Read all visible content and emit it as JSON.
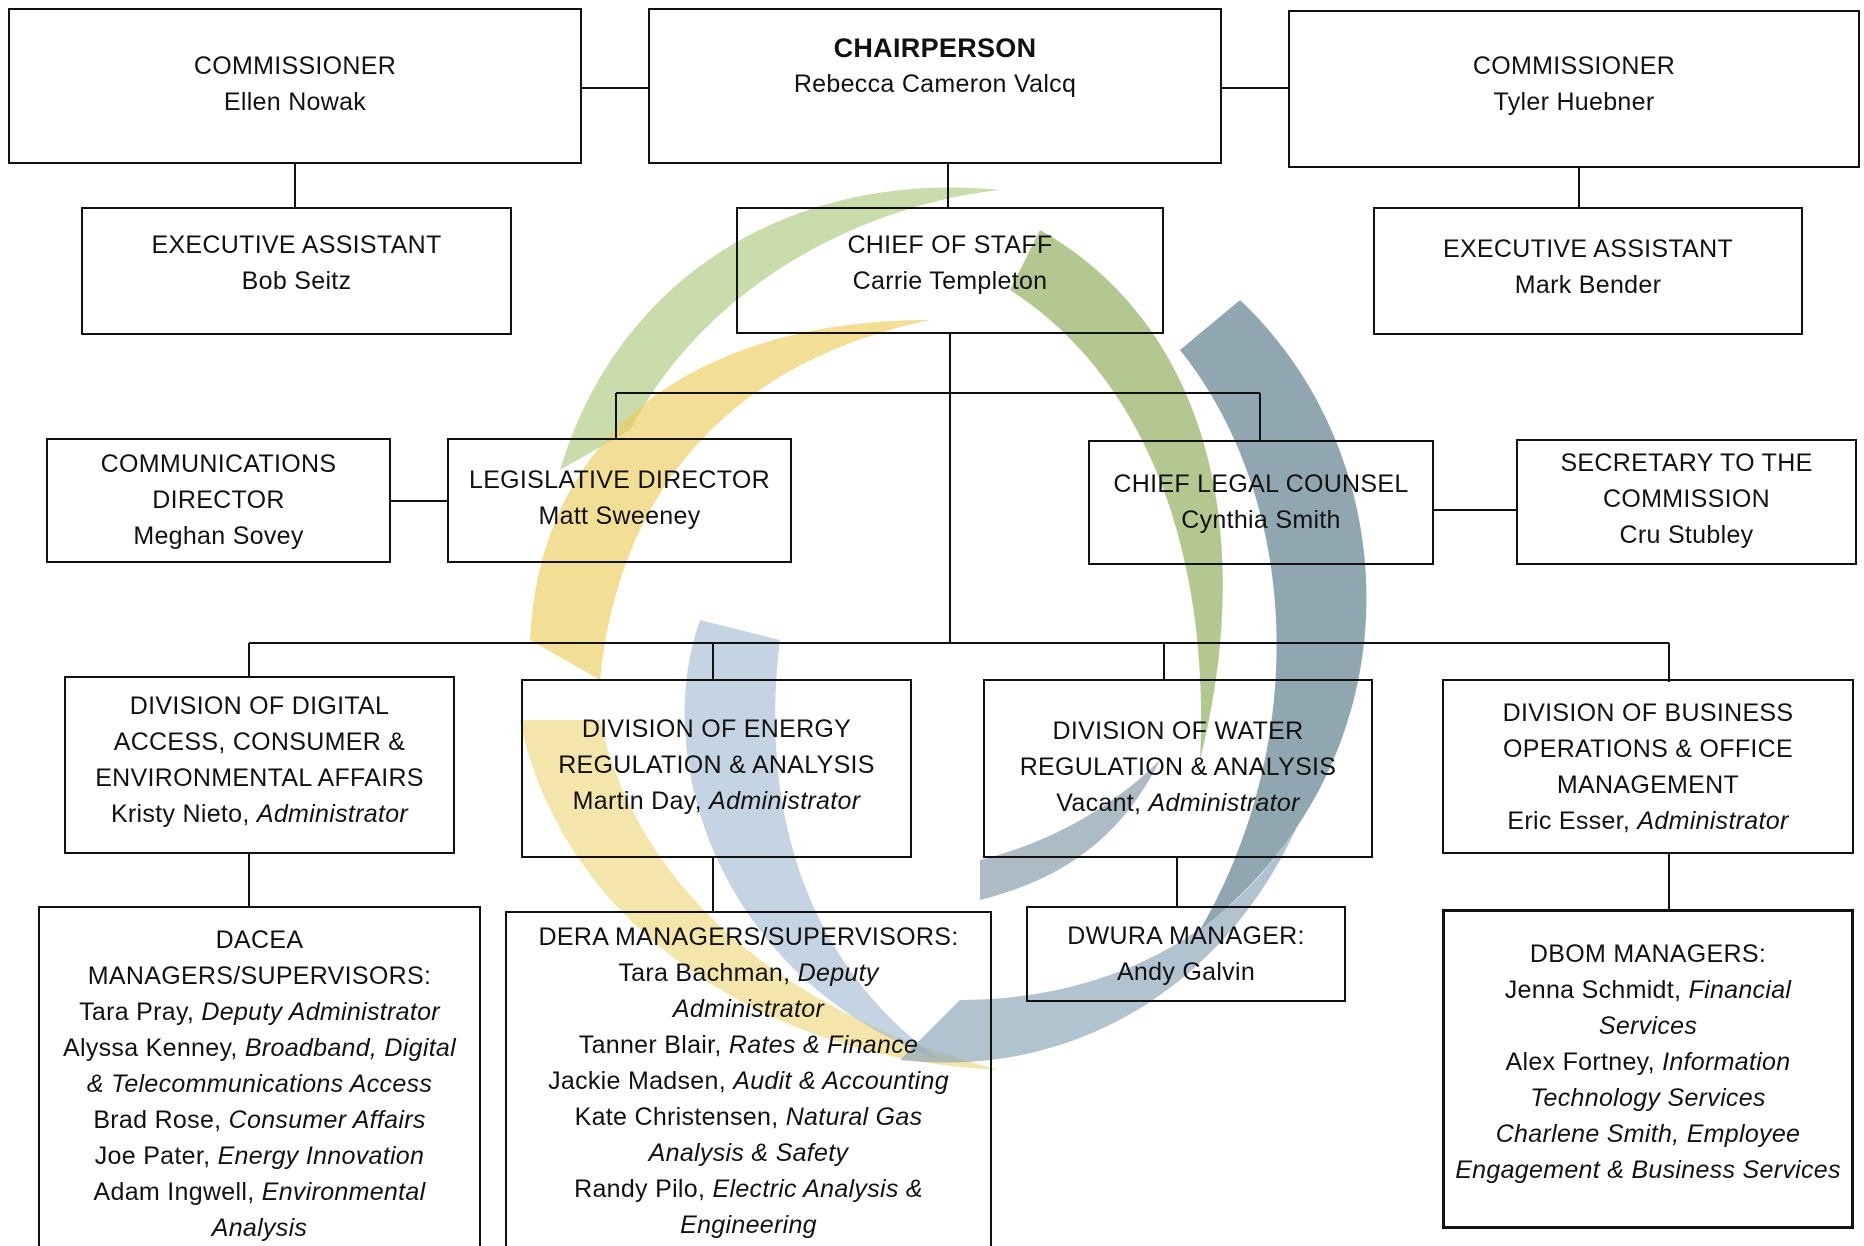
{
  "chairperson": {
    "title": "CHAIRPERSON",
    "name": "Rebecca Cameron Valcq"
  },
  "commissioner_left": {
    "title": "COMMISSIONER",
    "name": "Ellen Nowak"
  },
  "commissioner_right": {
    "title": "COMMISSIONER",
    "name": "Tyler Huebner"
  },
  "exec_assistant_left": {
    "title": "EXECUTIVE ASSISTANT",
    "name": "Bob Seitz"
  },
  "exec_assistant_right": {
    "title": "EXECUTIVE ASSISTANT",
    "name": "Mark Bender"
  },
  "chief_of_staff": {
    "title": "CHIEF OF STAFF",
    "name": "Carrie Templeton"
  },
  "communications_director": {
    "title_1": "COMMUNICATIONS",
    "title_2": "DIRECTOR",
    "name": "Meghan Sovey"
  },
  "legislative_director": {
    "title": "LEGISLATIVE DIRECTOR",
    "name": "Matt Sweeney"
  },
  "chief_legal_counsel": {
    "title": "CHIEF LEGAL COUNSEL",
    "name": "Cynthia Smith"
  },
  "secretary": {
    "title_1": "SECRETARY TO THE",
    "title_2": "COMMISSION",
    "name": "Cru Stubley"
  },
  "divisions": {
    "dacea": {
      "title_1": "DIVISION OF DIGITAL",
      "title_2": "ACCESS, CONSUMER &",
      "title_3": "ENVIRONMENTAL AFFAIRS",
      "name": "Kristy Nieto",
      "role": "Administrator"
    },
    "dera": {
      "title_1": "DIVISION OF ENERGY",
      "title_2": "REGULATION & ANALYSIS",
      "name": "Martin Day",
      "role": "Administrator"
    },
    "dwra": {
      "title_1": "DIVISION OF WATER",
      "title_2": "REGULATION & ANALYSIS",
      "name": "Vacant",
      "role": "Administrator"
    },
    "dbom": {
      "title_1": "DIVISION OF BUSINESS",
      "title_2": "OPERATIONS & OFFICE",
      "title_3": "MANAGEMENT",
      "name": "Eric Esser",
      "role": "Administrator"
    }
  },
  "managers": {
    "dacea": {
      "heading_1": "DACEA",
      "heading_2": "MANAGERS/SUPERVISORS:",
      "lines": [
        {
          "name": "Tara Pray",
          "role": "Deputy Administrator"
        },
        {
          "name": "Alyssa Kenney",
          "role": "Broadband, Digital"
        },
        {
          "name": "",
          "role": "& Telecommunications Access"
        },
        {
          "name": "Brad Rose",
          "role": "Consumer Affairs"
        },
        {
          "name": "Joe Pater",
          "role": "Energy Innovation"
        },
        {
          "name": "Adam Ingwell",
          "role": "Environmental"
        },
        {
          "name": "",
          "role": "Analysis"
        }
      ]
    },
    "dera": {
      "heading_1": "DERA MANAGERS/SUPERVISORS:",
      "lines": [
        {
          "name": "Tara Bachman",
          "role": "Deputy"
        },
        {
          "name": "",
          "role": "Administrator"
        },
        {
          "name": "Tanner Blair",
          "role": "Rates & Finance"
        },
        {
          "name": "Jackie Madsen",
          "role": "Audit & Accounting"
        },
        {
          "name": "Kate Christensen",
          "role": "Natural Gas"
        },
        {
          "name": "",
          "role": "Analysis & Safety"
        },
        {
          "name": "Randy Pilo",
          "role": "Electric Analysis &"
        },
        {
          "name": "",
          "role": "Engineering"
        }
      ]
    },
    "dwura": {
      "heading_1": "DWURA MANAGER:",
      "name": "Andy Galvin"
    },
    "dbom": {
      "heading_1": "DBOM MANAGERS:",
      "lines": [
        {
          "name": "Jenna Schmidt",
          "role": "Financial"
        },
        {
          "name": "",
          "role": "Services"
        },
        {
          "name": "Alex Fortney",
          "role": "Information"
        },
        {
          "name": "",
          "role": "Technology Services"
        },
        {
          "name": "",
          "role": "Charlene Smith, Employee"
        },
        {
          "name": "",
          "role": "Engagement & Business Services"
        }
      ]
    }
  },
  "colors": {
    "line": "#111111",
    "swirl_green": "#8fae5a",
    "swirl_yellow": "#e8c84a",
    "swirl_slate": "#5b7a8a",
    "swirl_blue": "#9db7cf"
  }
}
